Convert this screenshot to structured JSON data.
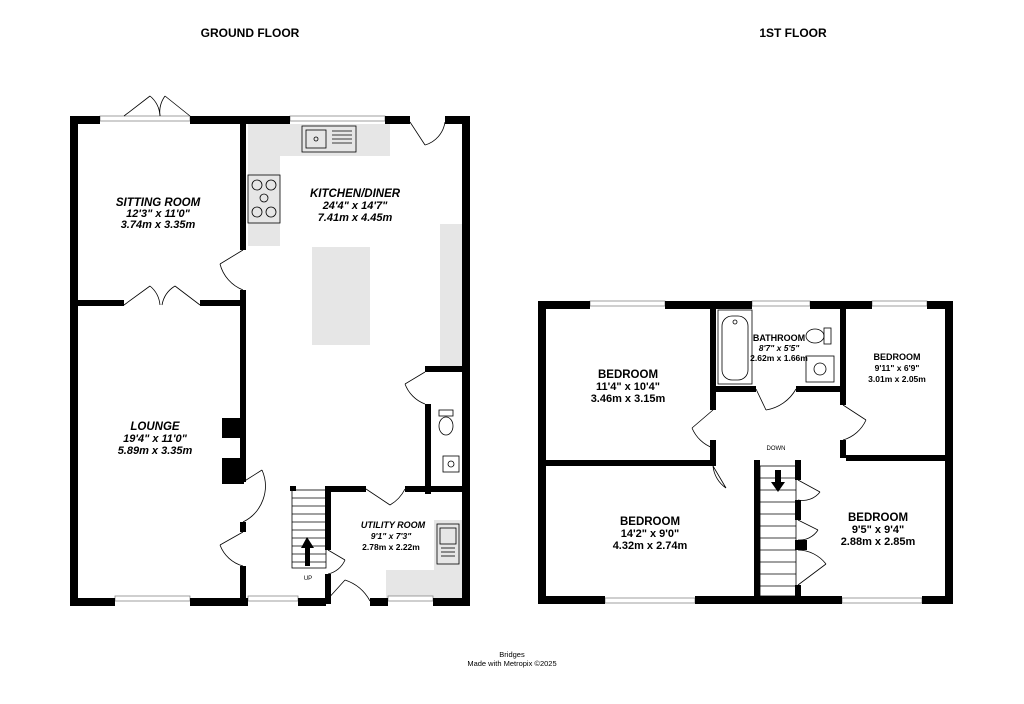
{
  "headings": {
    "ground_floor": "GROUND FLOOR",
    "first_floor": "1ST FLOOR"
  },
  "ground_floor_rooms": {
    "sitting_room": {
      "name": "SITTING ROOM",
      "imperial": "12'3\" x 11'0\"",
      "metric": "3.74m x 3.35m"
    },
    "kitchen_diner": {
      "name": "KITCHEN/DINER",
      "imperial": "24'4\" x 14'7\"",
      "metric": "7.41m x 4.45m"
    },
    "lounge": {
      "name": "LOUNGE",
      "imperial": "19'4\" x 11'0\"",
      "metric": "5.89m x 3.35m"
    },
    "utility_room": {
      "name": "UTILITY ROOM",
      "imperial": "9'1\" x 7'3\"",
      "metric": "2.78m x 2.22m"
    }
  },
  "first_floor_rooms": {
    "bedroom_1": {
      "name": "BEDROOM",
      "imperial": "11'4\" x 10'4\"",
      "metric": "3.46m x 3.15m"
    },
    "bathroom": {
      "name": "BATHROOM",
      "imperial": "8'7\" x 5'5\"",
      "metric": "2.62m x 1.66m"
    },
    "bedroom_2": {
      "name": "BEDROOM",
      "imperial": "9'11\" x 6'9\"",
      "metric": "3.01m x 2.05m"
    },
    "bedroom_3": {
      "name": "BEDROOM",
      "imperial": "14'2\" x 9'0\"",
      "metric": "4.32m x 2.74m"
    },
    "bedroom_4": {
      "name": "BEDROOM",
      "imperial": "9'5\" x 9'4\"",
      "metric": "2.88m x 2.85m"
    }
  },
  "stair_labels": {
    "up": "UP",
    "down": "DOWN"
  },
  "footer": {
    "line1": "Bridges",
    "line2": "Made with Metropix ©2025"
  }
}
